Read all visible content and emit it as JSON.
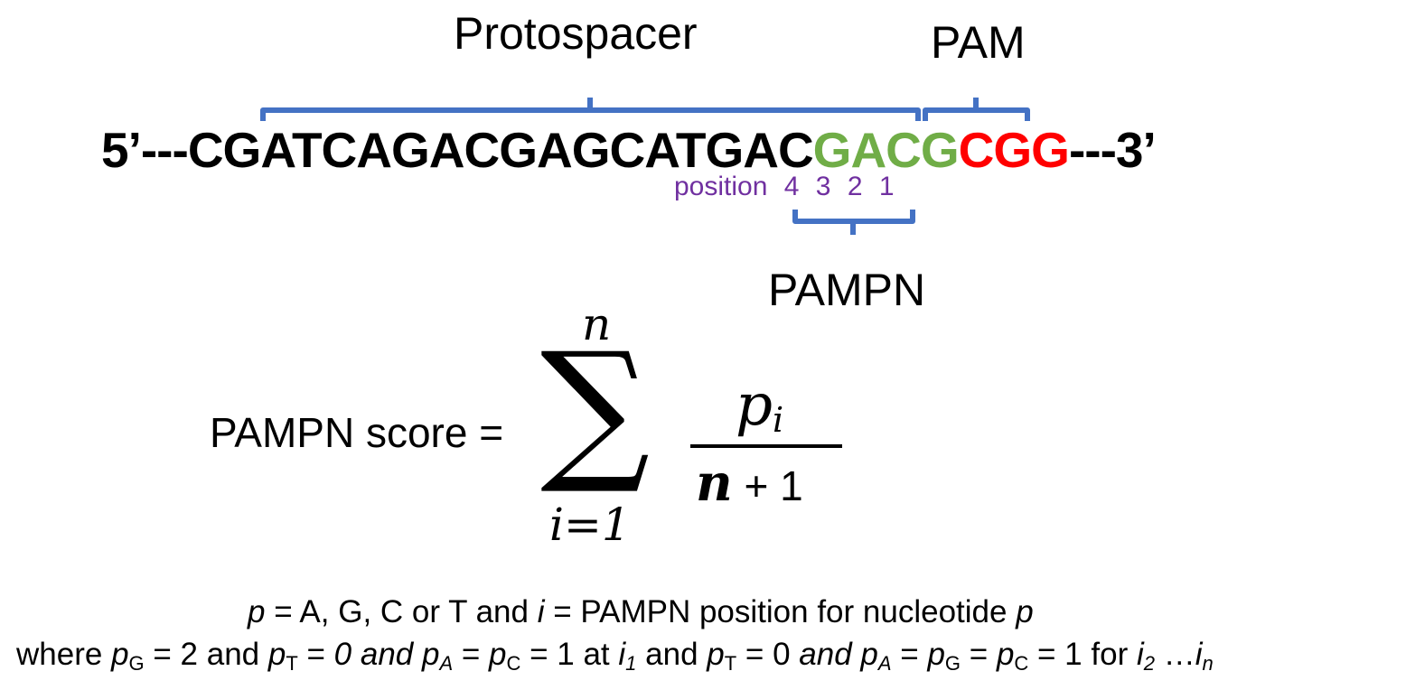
{
  "labels": {
    "protospacer": "Protospacer",
    "pam": "PAM",
    "pampn": "PAMPN"
  },
  "sequence": {
    "prefix": "5’---",
    "black": "CGATCAGACGAGCATGAC",
    "green": "GACG",
    "red": "CGG",
    "suffix": "---3’"
  },
  "positions": {
    "word": "position",
    "numbers": [
      "4",
      "3",
      "2",
      "1"
    ]
  },
  "formula": {
    "label": "PAMPN score =",
    "upper": "n",
    "sigma": "∑",
    "lower": "i=1",
    "numerator": "p",
    "numerator_sub": "i",
    "denominator_var": "n",
    "denominator_rest": " + 1"
  },
  "definitions": {
    "line1": {
      "p": "p",
      "t1": " = A, G, C or T and  ",
      "i": "i",
      "t2": " = PAMPN position for nucleotide ",
      "p2": "p"
    },
    "line2": {
      "t0": "where ",
      "p1": "p",
      "s1": "G",
      "t1": " = 2 and ",
      "p2": "p",
      "s2": "T",
      "t2": " = ",
      "i1": "0 and ",
      "p3": "p",
      "s3": "A",
      "t3": " = ",
      "p4": "p",
      "s4": "C",
      "t4": " = 1 at ",
      "ii": "i",
      "s5": "1",
      "t5": " and ",
      "p5": "p",
      "s6": "T",
      "t6": " = 0 ",
      "i2": "and ",
      "p6": "p",
      "s7": "A",
      "t7": " = ",
      "p7": "p",
      "s8": "G",
      "t8": " = ",
      "p8": "p",
      "s9": "C",
      "t9": " = 1 for ",
      "ii2": "i",
      "s10": "2",
      "t10": " …",
      "ii3": "i",
      "s11": "n"
    }
  },
  "colors": {
    "bracket": "#4472c4",
    "green": "#70ad47",
    "red": "#ff0000",
    "purple": "#7030a0"
  }
}
